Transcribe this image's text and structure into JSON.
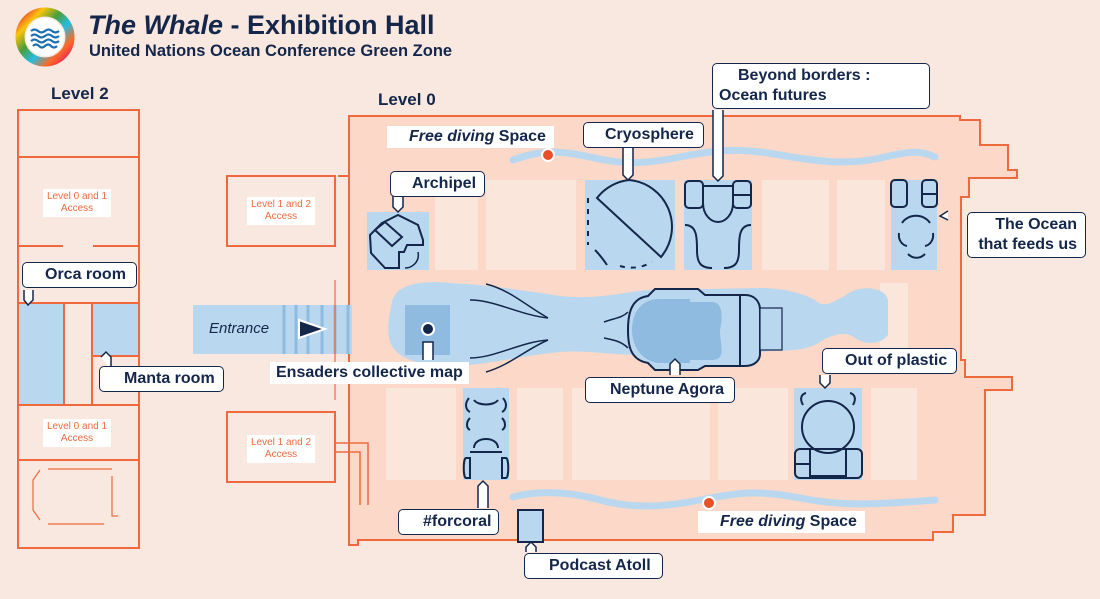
{
  "header": {
    "title_italic": "The Whale",
    "title_rest": " - Exhibition Hall",
    "subtitle": "United Nations Ocean Conference Green Zone",
    "logo_icon": "sdg-wheel-ocean-icon"
  },
  "colors": {
    "background": "#f9e8df",
    "hall_fill": "#fbd8c7",
    "wall": "#ee6a3e",
    "stand_fill": "#fbe6dc",
    "water": "#b9d8ef",
    "water_dark": "#8fbbe0",
    "ink": "#14264a",
    "marker": "#e9502a"
  },
  "levels": {
    "level2": {
      "label": "Level 2",
      "access_top": [
        "Level 0 and 1",
        "Access"
      ],
      "access_bottom": [
        "Level 0 and 1",
        "Access"
      ],
      "rooms": [
        "Orca room",
        "Manta room"
      ]
    },
    "level0": {
      "label": "Level 0",
      "access_top": [
        "Level 1 and 2",
        "Access"
      ],
      "access_bottom": [
        "Level 1 and 2",
        "Access"
      ]
    }
  },
  "entrance": {
    "label": "Entrance",
    "icon": "arrow-right-icon"
  },
  "spaces": {
    "free_diving_top": {
      "italic": "Free diving",
      "rest": " Space"
    },
    "free_diving_bottom": {
      "italic": "Free diving",
      "rest": " Space"
    },
    "archipel": "Archipel",
    "cryosphere": "Cryosphere",
    "beyond_borders": [
      "Beyond borders :",
      "Ocean futures"
    ],
    "ocean_feeds": [
      "The Ocean",
      "that feeds us"
    ],
    "ensaders": "Ensaders collective map",
    "neptune": "Neptune Agora",
    "out_of_plastic": "Out of plastic",
    "forcoral": "#forcoral",
    "podcast": "Podcast Atoll"
  }
}
